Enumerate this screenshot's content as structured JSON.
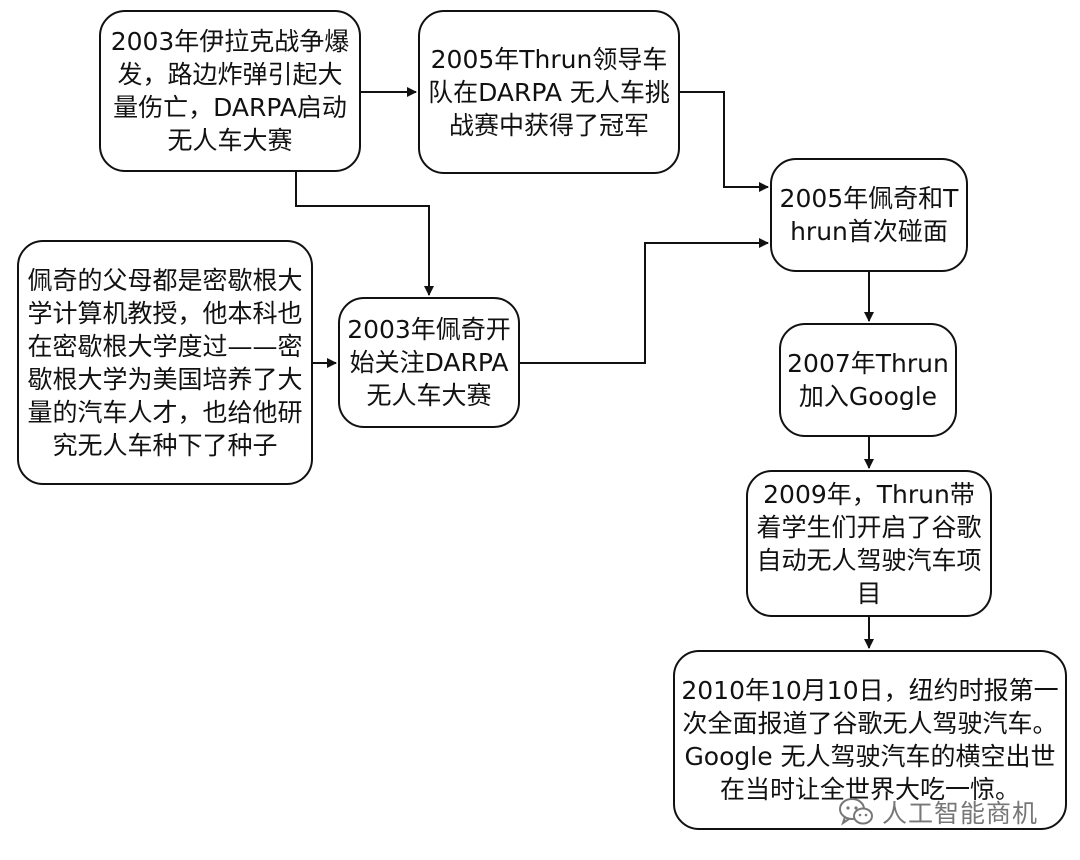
{
  "nodes": [
    {
      "id": "n1",
      "text": "2003年伊拉克战争爆发，路边炸弹引起大量伤亡，DARPA启动无人车大赛"
    },
    {
      "id": "n2",
      "text": "2005年Thrun领导车队在DARPA 无人车挑战赛中获得了冠军"
    },
    {
      "id": "n3",
      "text": "2005年佩奇和Thrun首次碰面"
    },
    {
      "id": "n4",
      "text": "佩奇的父母都是密歇根大学计算机教授，他本科也在密歇根大学度过——密歇根大学为美国培养了大量的汽车人才，也给他研究无人车种下了种子"
    },
    {
      "id": "n5",
      "text": "2003年佩奇开始关注DARPA无人车大赛"
    },
    {
      "id": "n6",
      "text": "2007年Thrun加入Google"
    },
    {
      "id": "n7",
      "text": "2009年，Thrun带着学生们开启了谷歌自动无人驾驶汽车项目"
    },
    {
      "id": "n8",
      "text": "2010年10月10日，纽约时报第一次全面报道了谷歌无人驾驶汽车。Google 无人驾驶汽车的横空出世在当时让全世界大吃一惊。"
    }
  ],
  "edges": [
    {
      "from": "n1",
      "to": "n2"
    },
    {
      "from": "n1",
      "to": "n5"
    },
    {
      "from": "n4",
      "to": "n5"
    },
    {
      "from": "n2",
      "to": "n3"
    },
    {
      "from": "n5",
      "to": "n3"
    },
    {
      "from": "n3",
      "to": "n6"
    },
    {
      "from": "n6",
      "to": "n7"
    },
    {
      "from": "n7",
      "to": "n8"
    }
  ],
  "watermark": {
    "text": "人工智能商机",
    "icon": "wechat-icon"
  },
  "colors": {
    "stroke": "#111111",
    "background": "#ffffff",
    "watermark": "#777777"
  }
}
